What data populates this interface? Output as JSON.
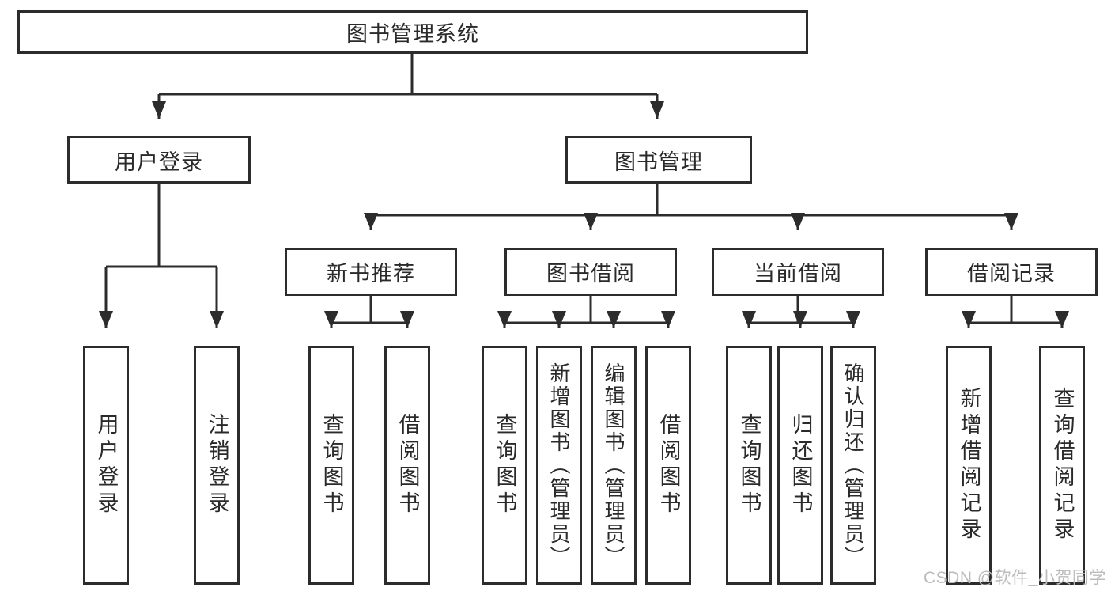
{
  "colors": {
    "line": "#2c2c2c",
    "ink": "#2a2a2a",
    "watermark": "#bcbcbc",
    "background": "#ffffff"
  },
  "watermark": {
    "text": "CSDN @软件_小贺同学"
  },
  "tree": {
    "label": "图书管理系统",
    "children": [
      {
        "label": "用户登录",
        "children": [
          {
            "label": "用户登录"
          },
          {
            "label": "注销登录"
          }
        ]
      },
      {
        "label": "图书管理",
        "children": [
          {
            "label": "新书推荐",
            "children": [
              {
                "label": "查询图书"
              },
              {
                "label": "借阅图书"
              }
            ]
          },
          {
            "label": "图书借阅",
            "children": [
              {
                "label": "查询图书"
              },
              {
                "label": "新增图书（管理员）"
              },
              {
                "label": "编辑图书（管理员）"
              },
              {
                "label": "借阅图书"
              }
            ]
          },
          {
            "label": "当前借阅",
            "children": [
              {
                "label": "查询图书"
              },
              {
                "label": "归还图书"
              },
              {
                "label": "确认归还（管理员）"
              }
            ]
          },
          {
            "label": "借阅记录",
            "children": [
              {
                "label": "新增借阅记录"
              },
              {
                "label": "查询借阅记录"
              }
            ]
          }
        ]
      }
    ]
  }
}
